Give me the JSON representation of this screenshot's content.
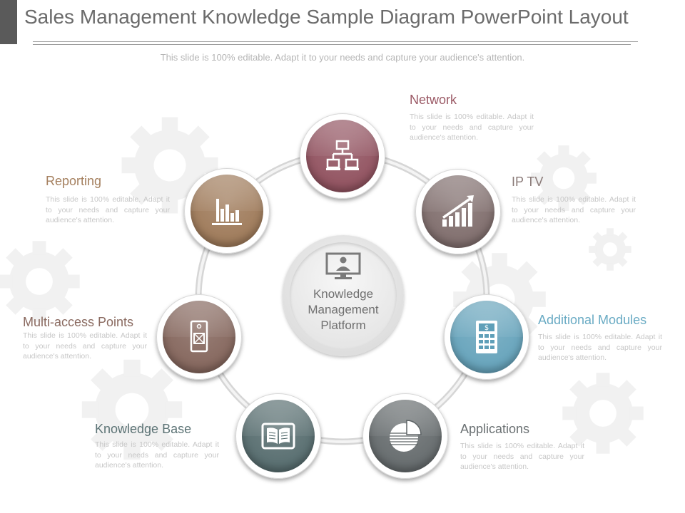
{
  "title": "Sales Management Knowledge Sample Diagram PowerPoint Layout",
  "subtitle": "This slide is 100% editable. Adapt it to your needs and capture your audience's attention.",
  "center": {
    "line1": "Knowledge",
    "line2": "Management",
    "line3": "Platform",
    "icon": "presenter-monitor-icon"
  },
  "items": [
    {
      "label": "Network",
      "desc": "This slide is 100% editable. Adapt it to your needs and capture your audience's attention.",
      "color": "#8c4a58",
      "icon": "network-icon"
    },
    {
      "label": "IP TV",
      "desc": "This slide is 100% editable. Adapt it to your needs and capture your audience's attention.",
      "color": "#7a6766",
      "icon": "growth-chart-icon"
    },
    {
      "label": "Additional Modules",
      "desc": "This slide is 100% editable. Adapt it to your needs and capture your audience's attention.",
      "color": "#5f9fb8",
      "icon": "calculator-icon"
    },
    {
      "label": "Applications",
      "desc": "This slide is 100% editable. Adapt it to your needs and capture your audience's attention.",
      "color": "#5e6466",
      "icon": "pie-chart-icon"
    },
    {
      "label": "Knowledge Base",
      "desc": "This slide is 100% editable. Adapt it to your needs and capture your audience's attention.",
      "color": "#4f6668",
      "icon": "open-book-icon"
    },
    {
      "label": "Multi-access Points",
      "desc": "This slide is 100% editable. Adapt it to your needs and capture your audience's attention.",
      "color": "#7f5f55",
      "icon": "device-icon"
    },
    {
      "label": "Reporting",
      "desc": "This slide is 100% editable. Adapt it to your needs and capture your audience's attention.",
      "color": "#9a7452",
      "icon": "bar-chart-icon"
    }
  ],
  "colors": {
    "title": "#6b6b6b",
    "desc": "#c7c7c7",
    "ring": "#e2e2e2"
  }
}
